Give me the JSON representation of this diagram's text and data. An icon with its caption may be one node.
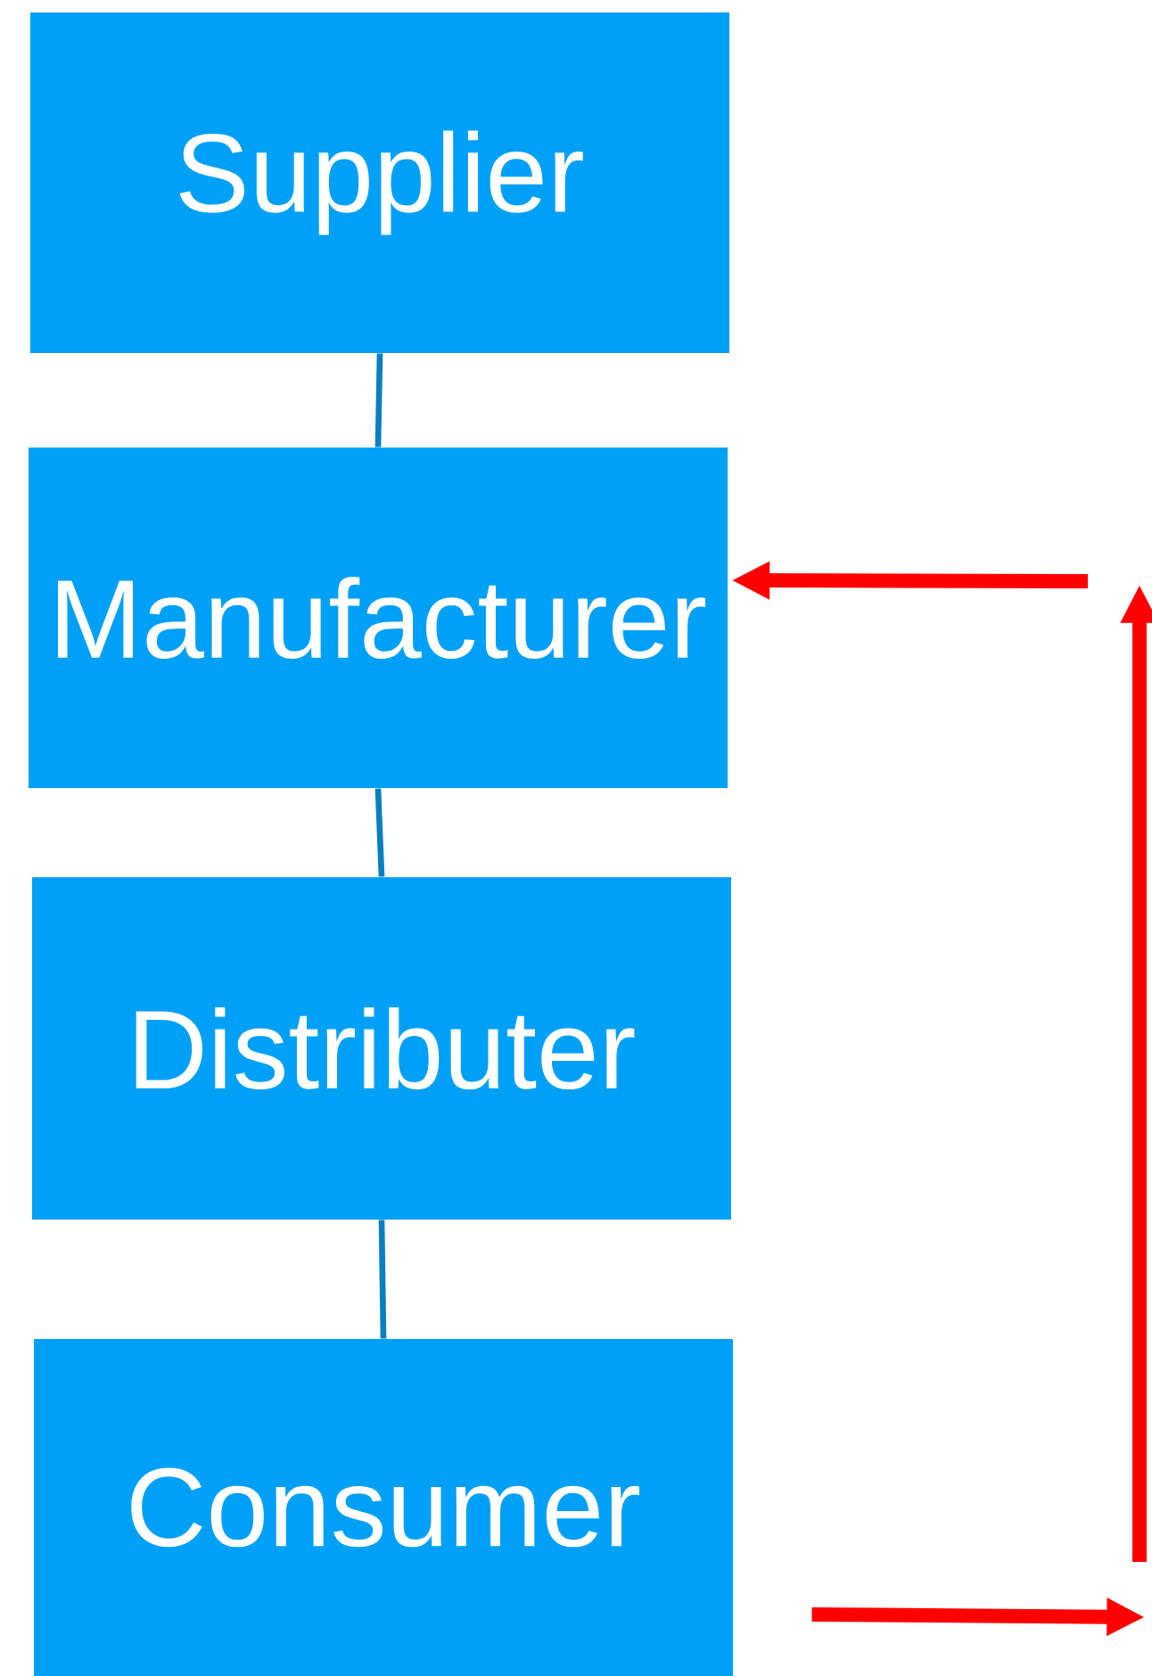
{
  "diagram": {
    "nodes": [
      {
        "text": [
          "Supplier"
        ]
      },
      {
        "text": [
          "Manufacturer"
        ]
      },
      {
        "text": [
          "Distributer"
        ]
      },
      {
        "text": [
          "Consumer"
        ]
      }
    ],
    "edges": [
      {
        "from": 0,
        "to": 1,
        "arrow": "none"
      },
      {
        "from": 1,
        "to": 2,
        "arrow": "none"
      },
      {
        "from": 2,
        "to": 3,
        "arrow": "none"
      },
      {
        "from": 3,
        "to": null,
        "arrow": "to",
        "style": "thick",
        "color": "#ff0000"
      },
      {
        "from": null,
        "to": 1,
        "arrow": "to",
        "style": "thick",
        "color": "#ff0000"
      }
    ]
  }
}
